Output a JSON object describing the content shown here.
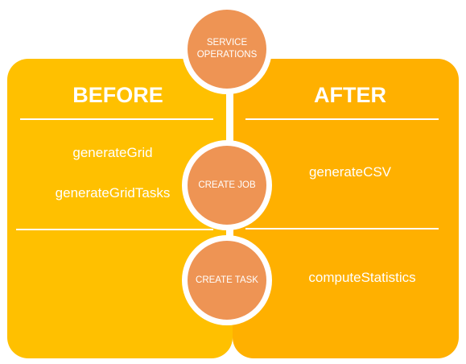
{
  "diagram": {
    "before": {
      "heading": "BEFORE",
      "job_items": [
        "generateGrid",
        "generateGridTasks"
      ],
      "task_items": []
    },
    "after": {
      "heading": "AFTER",
      "job_items": [
        "generateCSV"
      ],
      "task_items": [
        "computeStatistics"
      ]
    },
    "nodes": {
      "service": "SERVICE OPERATIONS",
      "job": "CREATE JOB",
      "task": "CREATE TASK"
    },
    "colors": {
      "before_panel": "#FFC000",
      "after_panel": "#FFB000",
      "node_fill": "#EE9454",
      "text": "#FFFFFF"
    }
  }
}
